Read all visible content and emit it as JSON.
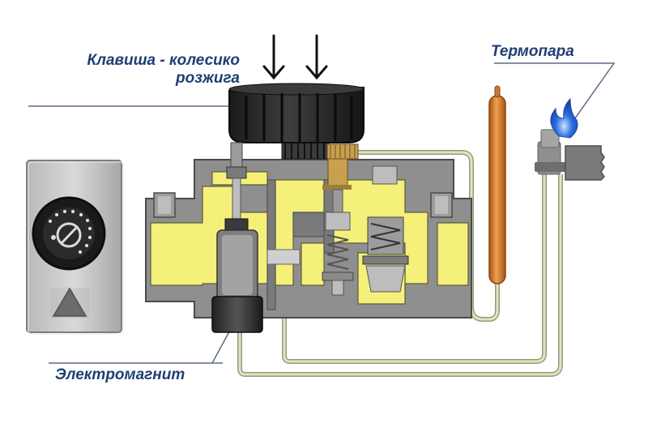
{
  "labels": {
    "ignition_knob_line1": "Клавиша - колесико",
    "ignition_knob_line2": "розжига",
    "thermocouple": "Термопара",
    "electromagnet": "Электромагнит"
  },
  "icons": {
    "press_arrows": "down-arrow-icon",
    "thermostat_dial": "dial-icon",
    "thermostat_triangle": "triangle-icon",
    "flame": "flame-icon"
  },
  "colors": {
    "label_text": "#1f3f73",
    "housing": "#8f8f8f",
    "gas_chamber": "#f4f07a",
    "knob": "#2b2b2b",
    "bulb": "#d9822b",
    "tube": "#c8c8a0",
    "flame": "#2f6fe0"
  }
}
